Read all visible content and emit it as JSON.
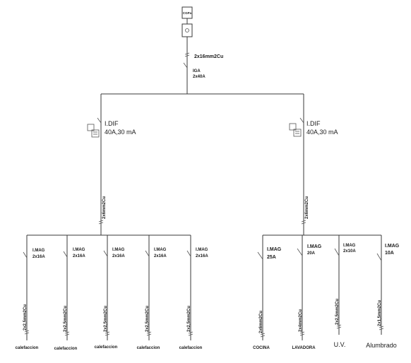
{
  "meter": {
    "cgp_label": "CGPa"
  },
  "main_feed": {
    "cable": "2x16mm2Cu",
    "breaker_line1": "IGA",
    "breaker_line2": "2x40A"
  },
  "differentials": [
    {
      "line1": "I.DIF",
      "line2": "40A,30 mA",
      "cable": "2x6mm2Cu"
    },
    {
      "line1": "I.DIF",
      "line2": "40A,30 mA",
      "cable": "2x6mm2Cu"
    }
  ],
  "circuits": [
    {
      "breaker_line1": "I.MAG",
      "breaker_line2": "2x16A",
      "cable": "2x2,5mm2Cu",
      "name": "calefaccion"
    },
    {
      "breaker_line1": "I.MAG",
      "breaker_line2": "2x16A",
      "cable": "2x2,5mm2Cu",
      "name": "calefaccion"
    },
    {
      "breaker_line1": "I.MAG",
      "breaker_line2": "2x16A",
      "cable": "2x2,5mm2Cu",
      "name": "calefaccion"
    },
    {
      "breaker_line1": "I.MAG",
      "breaker_line2": "2x16A",
      "cable": "2x2,5mm2Cu",
      "name": "calefaccion"
    },
    {
      "breaker_line1": "I.MAG",
      "breaker_line2": "2x16A",
      "cable": "2x2,5mm2Cu",
      "name": "calefaccion"
    },
    {
      "breaker_line1": "I.MAG",
      "breaker_line2": "25A",
      "cable": "2x6mm2Cu",
      "name": "COCINA"
    },
    {
      "breaker_line1": "I.MAG",
      "breaker_line2": "20A",
      "cable": "2x4mm2Cu",
      "name": "LAVADORA"
    },
    {
      "breaker_line1": "I.MAG",
      "breaker_line2": "2x10A",
      "cable": "2x2,5mm2Cu",
      "name": "U.V."
    },
    {
      "breaker_line1": "I.MAG",
      "breaker_line2": "10A",
      "cable": "2x1,5mm2Cu",
      "name": "Alumbrado"
    }
  ]
}
